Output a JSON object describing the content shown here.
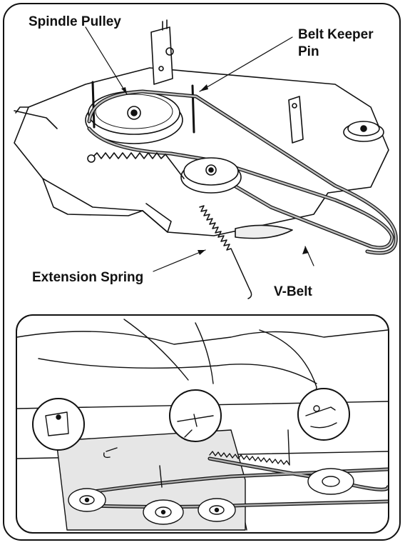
{
  "figure": {
    "callouts": {
      "spindle_pulley": "Spindle Pulley",
      "belt_keeper_pin_line1": "Belt Keeper",
      "belt_keeper_pin_line2": "Pin",
      "extension_spring": "Extension Spring",
      "v_belt": "V-Belt"
    }
  }
}
